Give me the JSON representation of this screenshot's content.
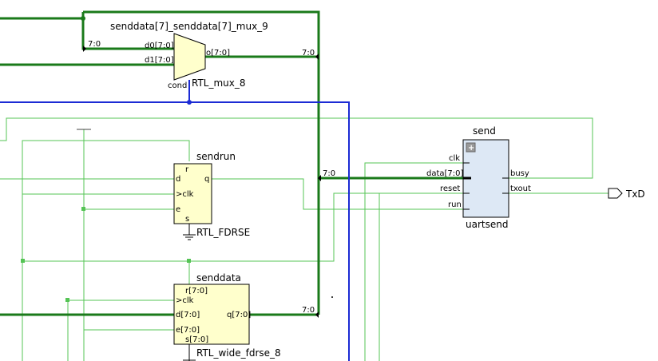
{
  "mux": {
    "instance": "senddata[7]_senddata[7]_mux_9",
    "type": "RTL_mux_8",
    "ports": {
      "d0": "d0[7:0]",
      "d1": "d1[7:0]",
      "o": "o[7:0]",
      "cond": "cond"
    },
    "bus_label_in": "7:0",
    "bus_label_out": "7:0"
  },
  "sendrun": {
    "instance": "sendrun",
    "type": "RTL_FDRSE",
    "ports": {
      "r": "r",
      "d": "d",
      "q": "q",
      "clk": "clk",
      "e": "e",
      "s": "s"
    }
  },
  "senddata": {
    "instance": "senddata",
    "type": "RTL_wide_fdrse_8",
    "ports": {
      "r": "r[7:0]",
      "clk": "clk",
      "d": "d[7:0]",
      "q": "q[7:0]",
      "e": "e[7:0]",
      "s": "s[7:0]"
    },
    "bus_label_out": "7:0"
  },
  "uart": {
    "instance": "send",
    "type": "uartsend",
    "expand": "+",
    "ports": {
      "clk": "clk",
      "data": "data[7:0]",
      "reset": "reset",
      "run": "run",
      "busy": "busy",
      "txout": "txout"
    },
    "bus_label_in": "7:0"
  },
  "output_port": {
    "name": "TxD"
  },
  "colors": {
    "wire_green_dark": "#1a7a1a",
    "wire_green_light": "#55c455",
    "wire_blue": "#1c2bd4",
    "cell_fill": "#ffffcc",
    "submodule_fill": "#dde8f5"
  }
}
